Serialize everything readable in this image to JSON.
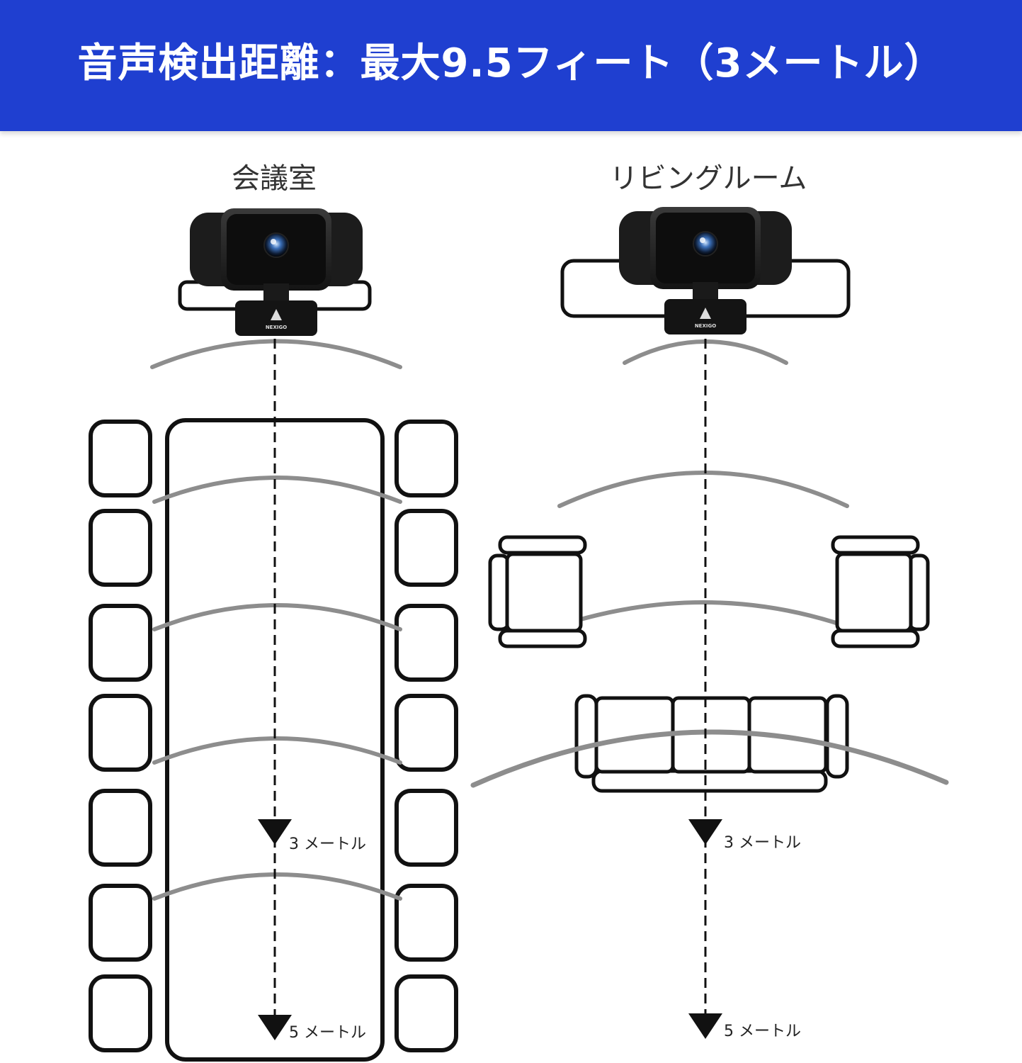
{
  "banner": {
    "title": "音声検出距離：最大9.5フィート（3メートル）",
    "background": "#1f3fd0",
    "text_color": "#ffffff"
  },
  "rooms": [
    {
      "label": "会議室",
      "distances": [
        "3 メートル",
        "5 メートル"
      ]
    },
    {
      "label": "リビングルーム",
      "distances": [
        "3 メートル",
        "5 メートル"
      ]
    }
  ],
  "webcam": {
    "brand": "NEXIGO"
  },
  "icons": [
    "webcam-icon",
    "arrow-down-icon",
    "armchair-icon",
    "sofa-icon",
    "chair-icon",
    "table-icon"
  ]
}
